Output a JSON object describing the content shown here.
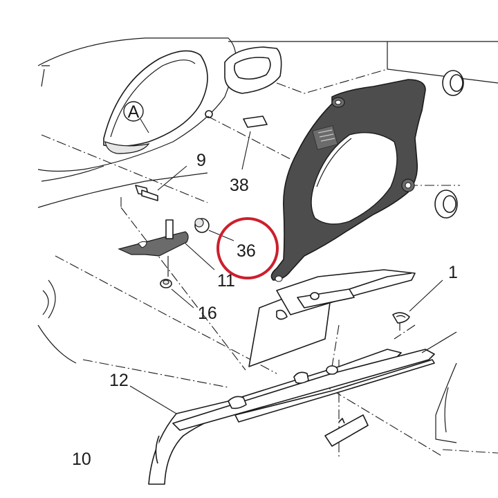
{
  "callouts": {
    "part_9": "9",
    "part_38": "38",
    "part_36": "36",
    "part_11": "11",
    "part_16": "16",
    "part_1": "1",
    "part_12": "12",
    "part_10": "10",
    "view_marker": "A"
  },
  "highlight": {
    "target": "36",
    "color": "#cc1f2d"
  },
  "colors": {
    "line": "#1a1a1a",
    "dark_part": "#4d4d4d",
    "background": "#ffffff"
  }
}
